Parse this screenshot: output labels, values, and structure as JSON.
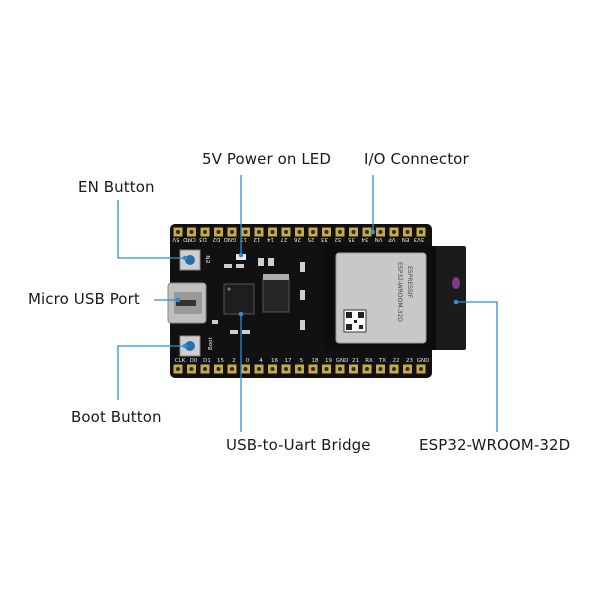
{
  "callouts": {
    "power_led": "5V Power on LED",
    "io_connector": "I/O Connector",
    "en_button": "EN Button",
    "micro_usb": "Micro USB Port",
    "boot_button": "Boot Button",
    "usb_uart": "USB-to-Uart Bridge",
    "esp32_module": "ESP32-WROOM-32D"
  },
  "board": {
    "top_pins": [
      "5V",
      "CMD",
      "D3",
      "D2",
      "GND",
      "13",
      "12",
      "14",
      "27",
      "26",
      "25",
      "33",
      "32",
      "35",
      "34",
      "VN",
      "VP",
      "EN",
      "3V3"
    ],
    "bottom_pins": [
      "CLK",
      "D0",
      "D1",
      "15",
      "2",
      "0",
      "4",
      "16",
      "17",
      "5",
      "18",
      "19",
      "GND",
      "21",
      "RX",
      "TX",
      "22",
      "23",
      "GND"
    ],
    "en_label": "EN",
    "boot_label": "Boot",
    "module_brand": "ESPRESSIF",
    "module_model": "ESP32-WROOM-32D"
  },
  "colors": {
    "pcb": "#111111",
    "leader_line": "#2a8fd6",
    "header_pin": "#c9a94a"
  }
}
